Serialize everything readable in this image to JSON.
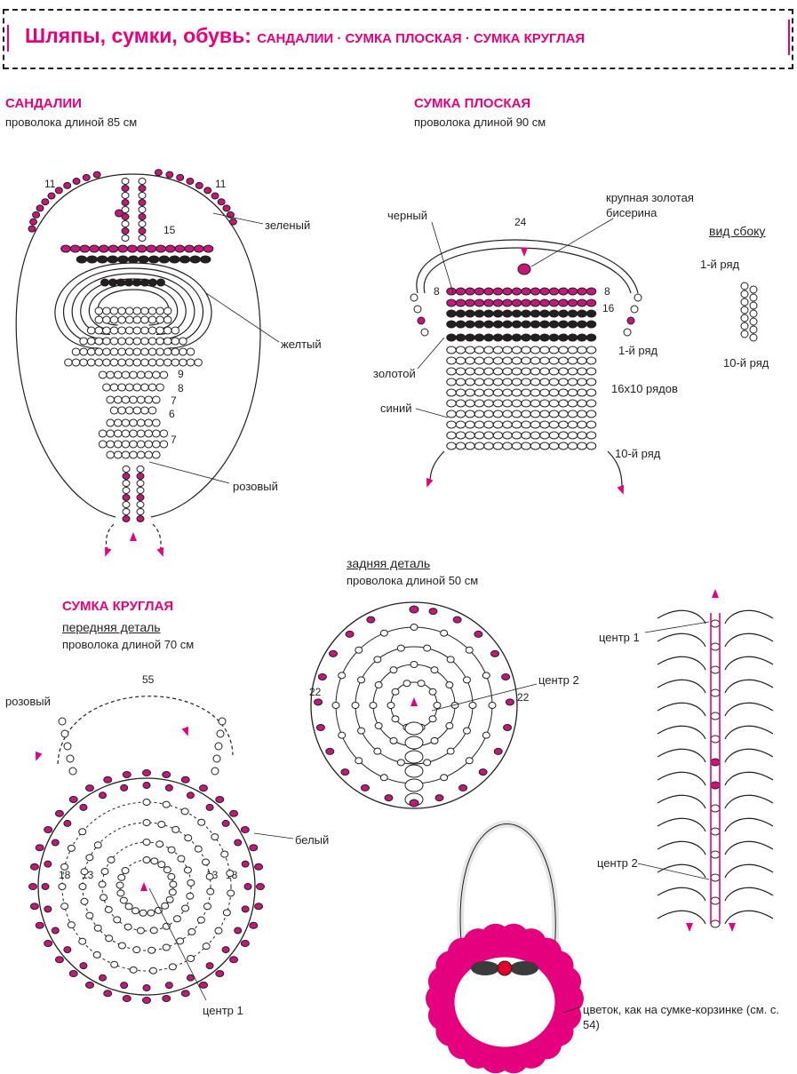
{
  "header": {
    "title": "Шляпы, сумки, обувь:",
    "subtitle": "САНДАЛИИ · СУМКА ПЛОСКАЯ · СУМКА КРУГЛАЯ"
  },
  "colors": {
    "accent": "#e5007e",
    "line": "#231f20",
    "white_bead": "#ffffff",
    "black_bead": "#231f20",
    "pink_bead": "#c2187a",
    "gold_bead": "#e8a1c4"
  },
  "sandals": {
    "title": "САНДАЛИИ",
    "wire": "проволока длиной 85 см",
    "n_left": "11",
    "n_right": "11",
    "n_15": "15",
    "rows": [
      "9",
      "8",
      "7",
      "6",
      "7"
    ],
    "label_green": "зеленый",
    "label_yellow": "желтый",
    "label_pink": "розовый"
  },
  "flat_bag": {
    "title": "СУМКА ПЛОСКАЯ",
    "wire": "проволока длиной 90 см",
    "n_top": "24",
    "n_8_left": "8",
    "n_8_right": "8",
    "n_16": "16",
    "label_black": "черный",
    "label_big_gold": "крупная золотая бисерина",
    "label_gold": "золотой",
    "label_blue": "синий",
    "label_row1": "1-й ряд",
    "label_grid": "16x10 рядов",
    "label_row10": "10-й ряд",
    "side_view": "вид сбоку",
    "side_row1": "1-й ряд",
    "side_row10": "10-й ряд"
  },
  "round_bag": {
    "title": "СУМКА КРУГЛАЯ",
    "front": "передняя деталь",
    "front_wire": "проволока длиной 70 см",
    "n_55": "55",
    "label_pink": "розовый",
    "label_white": "белый",
    "n_18_left": "18",
    "n_13_left": "13",
    "n_13_right": "13",
    "n_18_right": "18",
    "label_center1": "центр 1",
    "back": "задняя деталь",
    "back_wire": "проволока длиной 50 см",
    "n_22_left": "22",
    "n_22_right": "22",
    "label_center2": "центр 2",
    "ladder_center1": "центр 1",
    "ladder_center2": "центр 2",
    "flower_note": "цветок, как на сумке-корзинке (см. с. 54)"
  }
}
